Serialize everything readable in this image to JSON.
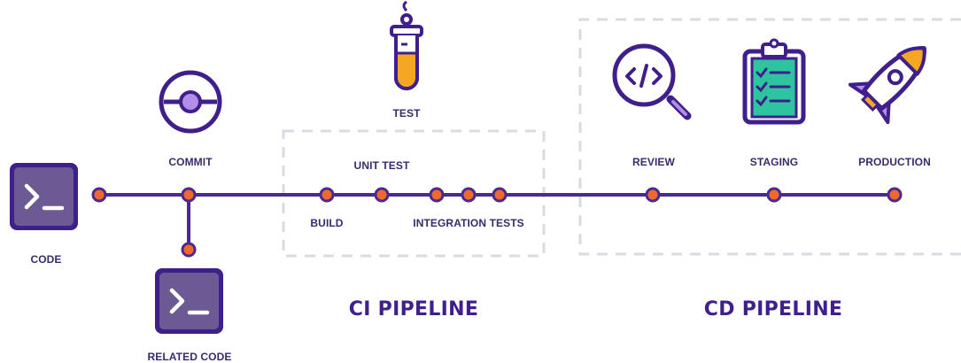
{
  "colors": {
    "primary": "#3e1f8c",
    "line": "#4a2a8c",
    "node": "#f2672e",
    "tile": "#6b5a93",
    "dash": "#d9dbe3",
    "accent_orange": "#f5a623",
    "accent_green": "#2ec4a0",
    "accent_lavender": "#b48de8"
  },
  "labels": {
    "code": "CODE",
    "commit": "COMMIT",
    "related_code": "RELATED CODE",
    "test": "TEST",
    "unit_test": "UNIT TEST",
    "build": "BUILD",
    "integration_tests": "INTEGRATION TESTS",
    "review": "REVIEW",
    "staging": "STAGING",
    "production": "PRODUCTION"
  },
  "sections": {
    "ci": "CI PIPELINE",
    "cd": "CD PIPELINE"
  },
  "icons": {
    "code": "terminal-icon",
    "related_code": "terminal-icon",
    "commit": "git-commit-icon",
    "test": "test-tube-icon",
    "review": "code-review-magnifier-icon",
    "staging": "clipboard-checklist-icon",
    "production": "rocket-icon"
  }
}
